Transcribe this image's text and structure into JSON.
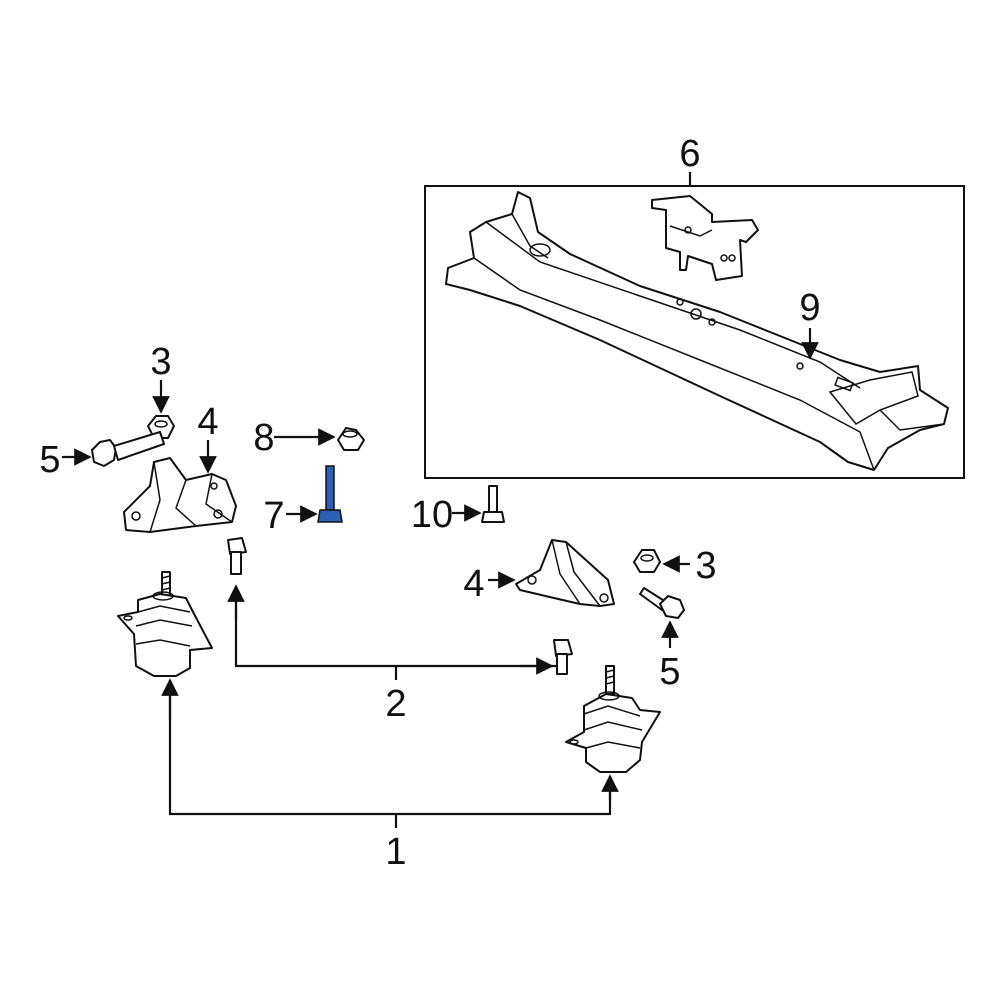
{
  "diagram": {
    "callouts": {
      "engine_mount": "1",
      "mount_stud_bolt": "2",
      "nut_upper_left": "3",
      "nut_lower_right": "3",
      "bracket_left": "4",
      "bracket_right": "4",
      "bolt_left": "5",
      "bolt_right": "5",
      "crossmember_assembly": "6",
      "highlighted_bolt": "7",
      "nut_8": "8",
      "crossmember": "9",
      "stud_10": "10"
    },
    "colors": {
      "line": "#111111",
      "highlight": "#2d5fb5",
      "background": "#ffffff"
    }
  }
}
